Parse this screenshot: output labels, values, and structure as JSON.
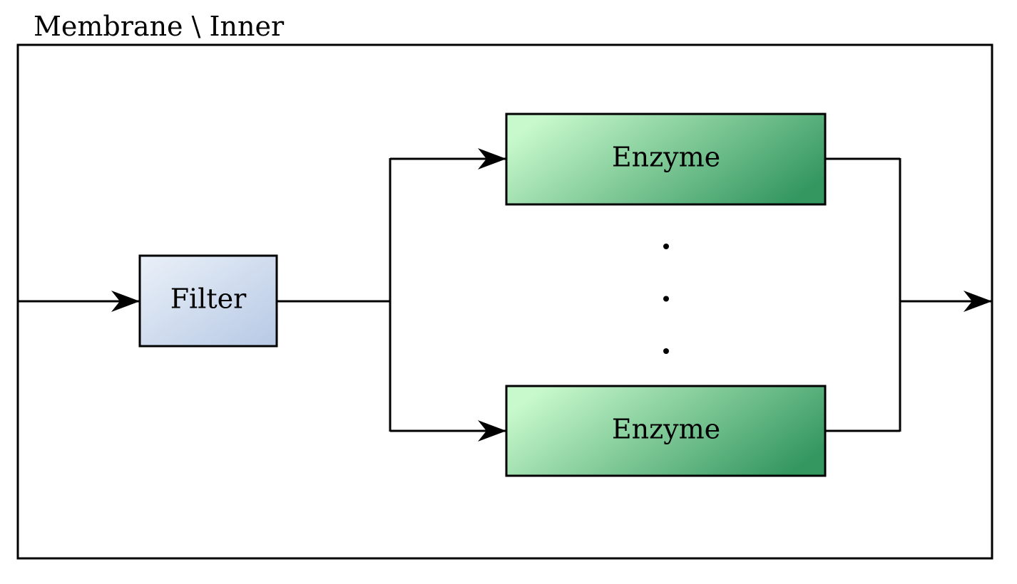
{
  "diagram": {
    "container": {
      "title": "Membrane \\ Inner"
    },
    "nodes": {
      "filter": {
        "label": "Filter",
        "gradient": [
          "#eaf0f8",
          "#b7c9e5"
        ]
      },
      "enzyme_top": {
        "label": "Enzyme",
        "gradient": [
          "#c8f9cc",
          "#349760"
        ]
      },
      "enzyme_bottom": {
        "label": "Enzyme",
        "gradient": [
          "#c8f9cc",
          "#349760"
        ]
      }
    },
    "colors": {
      "stroke": "#000000",
      "background": "#ffffff"
    },
    "ellipsis": {
      "dot_count": 3
    }
  }
}
